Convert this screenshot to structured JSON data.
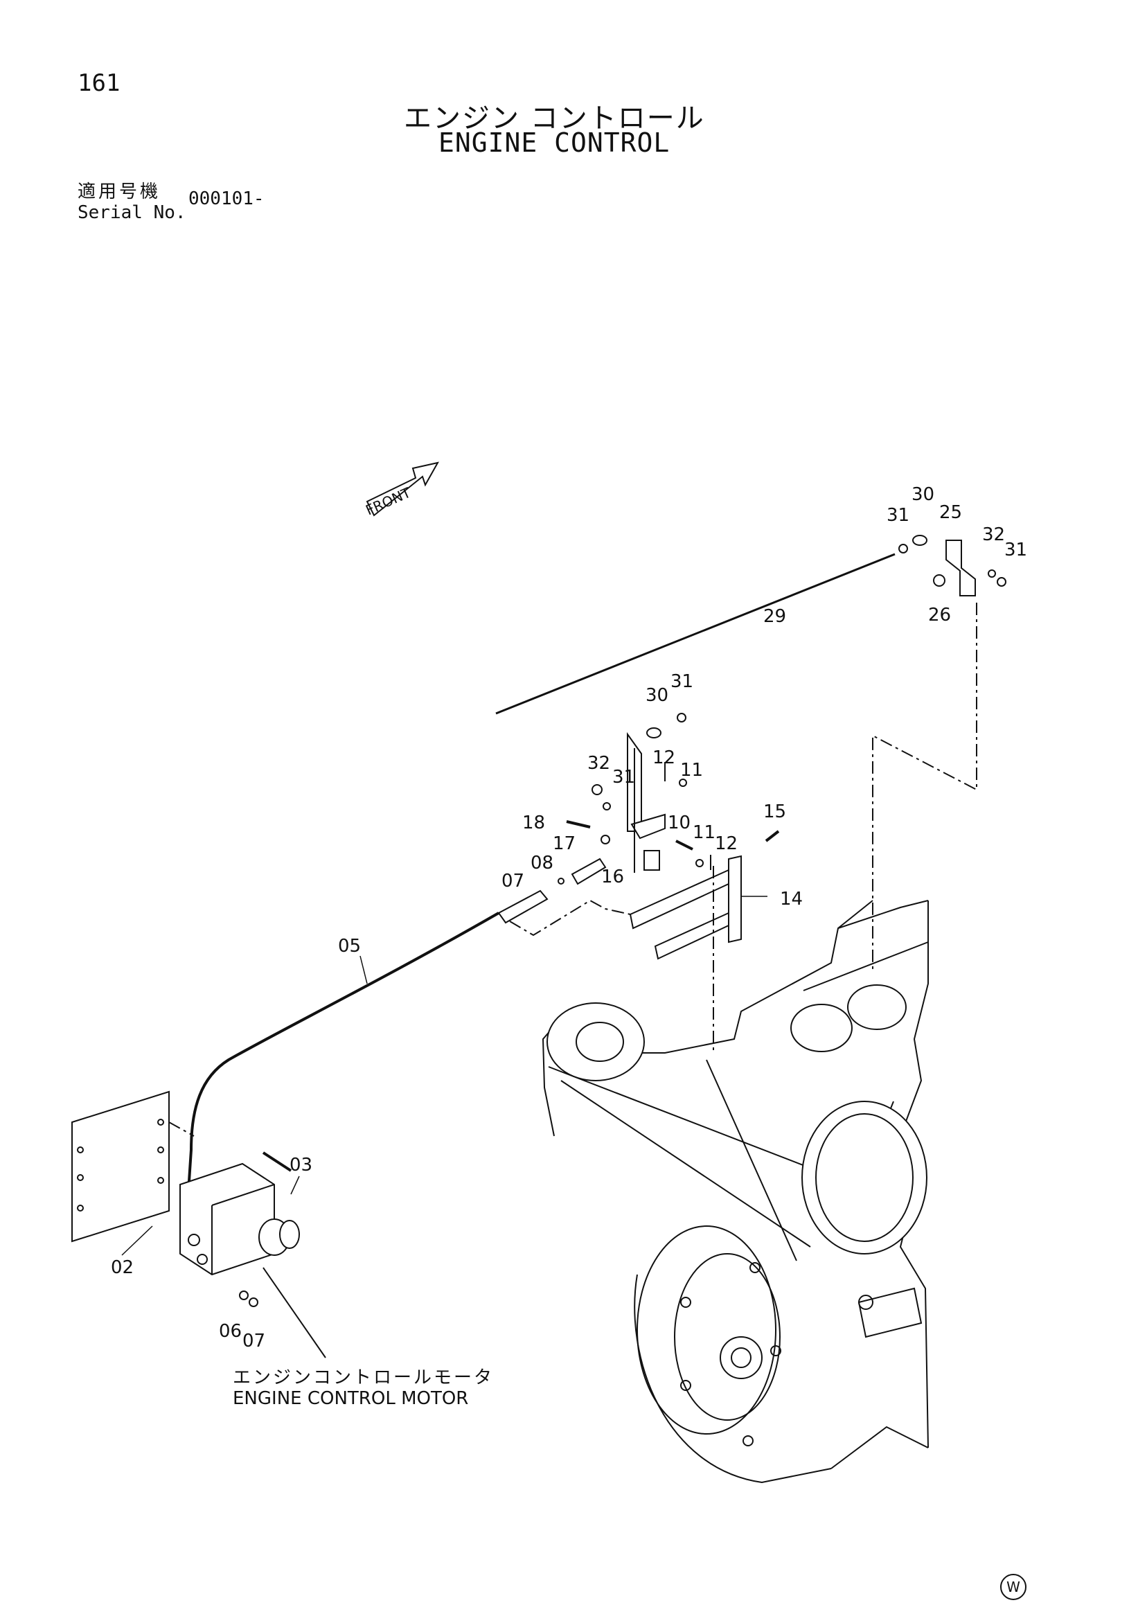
{
  "header": {
    "page_number": "161",
    "title_jp": "エンジン コントロール",
    "title_en": "ENGINE CONTROL",
    "serial_label_jp": "適用号機",
    "serial_label_en": "Serial No.",
    "serial_value": "000101-"
  },
  "diagram": {
    "front_arrow_label": "FRONT",
    "part_callouts": [
      "30",
      "31",
      "25",
      "32",
      "31",
      "26",
      "29",
      "30",
      "31",
      "32",
      "31",
      "12",
      "11",
      "18",
      "10",
      "11",
      "12",
      "15",
      "17",
      "08",
      "16",
      "07",
      "14",
      "05",
      "03",
      "02",
      "06",
      "07"
    ],
    "motor_label_jp": "エンジンコントロールモータ",
    "motor_label_en": "ENGINE CONTROL MOTOR"
  },
  "footer": {
    "mark": "W"
  }
}
